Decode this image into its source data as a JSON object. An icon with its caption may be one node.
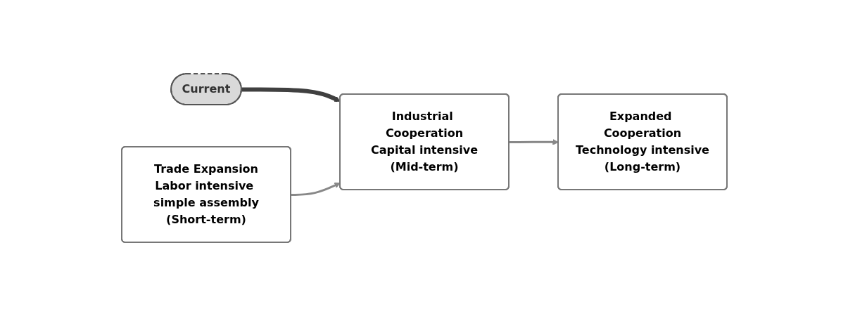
{
  "diagram": {
    "nodes": [
      {
        "text": [
          "Current"
        ]
      },
      {
        "text": [
          "Trade Expansion",
          "Labor intensive simple assembly",
          "(Short-term)"
        ]
      },
      {
        "text": [
          "Industrial Cooperation",
          "Capital intensive",
          "(Mid-term)"
        ]
      },
      {
        "text": [
          "Expanded Cooperation",
          "Technology intensive",
          "(Long-term)"
        ]
      }
    ],
    "edges": [
      {
        "from": 0,
        "to": 2,
        "arrow": "to",
        "style": "thick",
        "color": "#404040"
      },
      {
        "from": 1,
        "to": 2,
        "arrow": "to"
      },
      {
        "from": 2,
        "to": 3,
        "arrow": "to"
      }
    ]
  }
}
